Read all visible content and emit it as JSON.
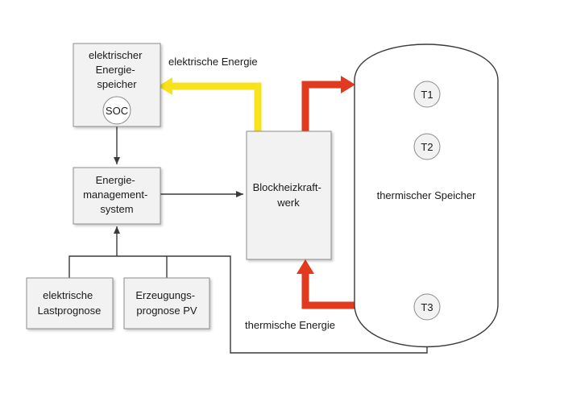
{
  "boxes": {
    "storage_lines": [
      "elektrischer",
      "Energie-",
      "speicher"
    ],
    "soc_label": "SOC",
    "ems_lines": [
      "Energie-",
      "management-",
      "system"
    ],
    "bhkw_lines": [
      "Blockheizkraft-",
      "werk"
    ],
    "load_forecast_lines": [
      "elektrische",
      "Lastprognose"
    ],
    "pv_forecast_lines": [
      "Erzeugungs-",
      "prognose PV"
    ]
  },
  "tank": {
    "label": "thermischer Speicher",
    "sensors": [
      "T1",
      "T2",
      "T3"
    ]
  },
  "flows": {
    "electric_label": "elektrische Energie",
    "thermal_label": "thermische Energie"
  },
  "colors": {
    "electric_flow": "#f7e21c",
    "thermal_flow": "#e23a1e",
    "line": "#3a3a3a",
    "box_fill": "#f2f2f2",
    "box_stroke": "#8c8c8c"
  }
}
